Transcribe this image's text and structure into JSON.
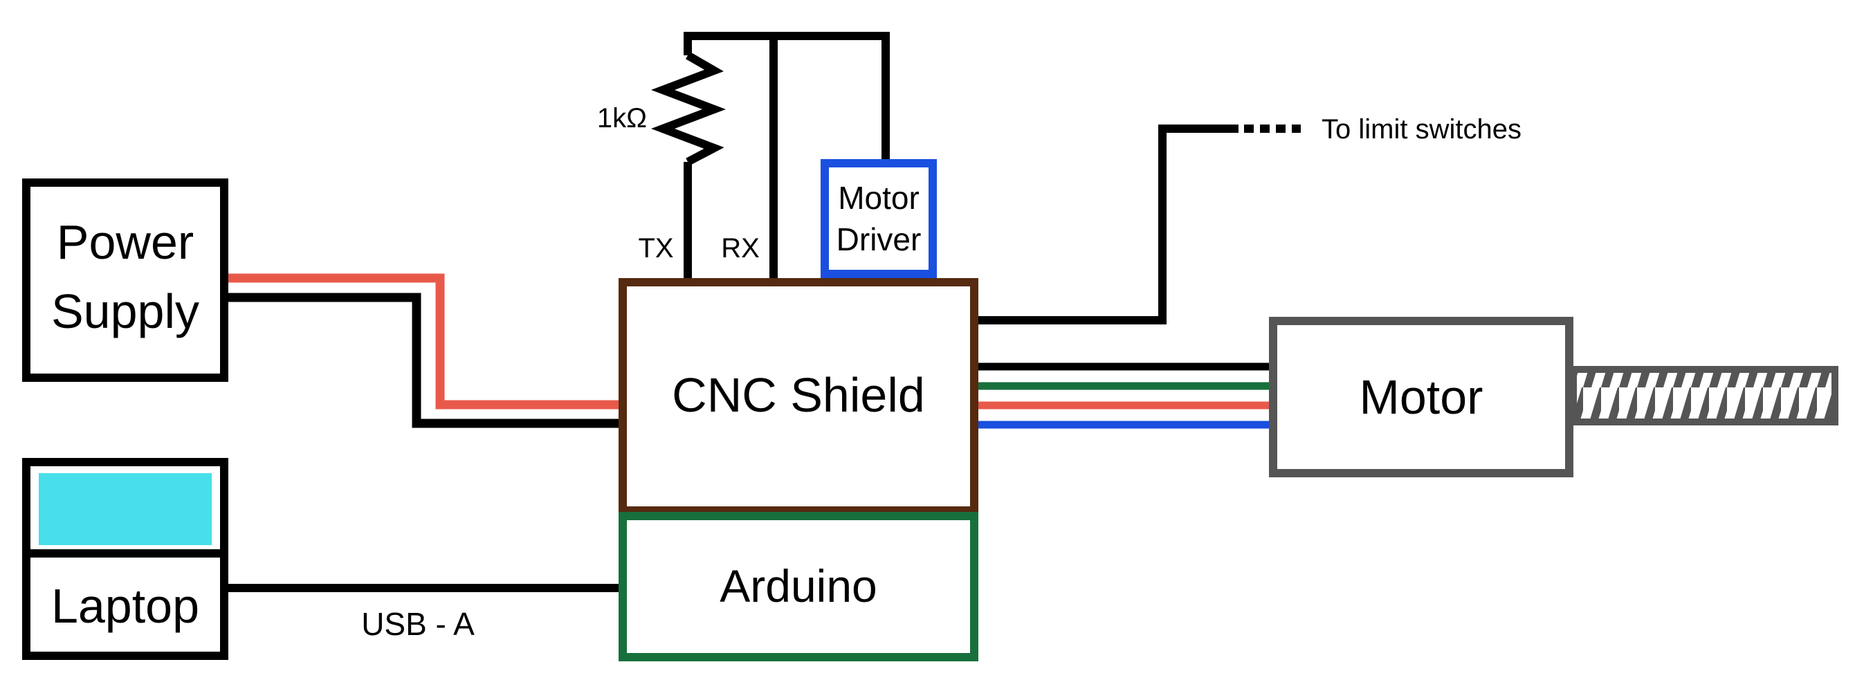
{
  "labels": {
    "power_supply_line1": "Power",
    "power_supply_line2": "Supply",
    "laptop": "Laptop",
    "cnc_shield": "CNC Shield",
    "arduino": "Arduino",
    "motor": "Motor",
    "motor_driver_line1": "Motor",
    "motor_driver_line2": "Driver",
    "resistor": "1kΩ",
    "tx": "TX",
    "rx": "RX",
    "usb": "USB - A",
    "limit_switches": "To limit switches"
  },
  "colors": {
    "wire_black": "#000000",
    "wire_red": "#e8594a",
    "wire_green": "#17703c",
    "wire_blue": "#1a4fe0",
    "cnc_shield_border": "#552a10",
    "arduino_border": "#17703c",
    "motor_driver_border": "#1a4fe0",
    "motor_border": "#555555",
    "laptop_screen": "#47dfea"
  },
  "icons": {
    "resistor": "resistor-zigzag-icon",
    "motor_shaft": "threaded-shaft-icon",
    "laptop_screen": "laptop-screen-icon"
  }
}
